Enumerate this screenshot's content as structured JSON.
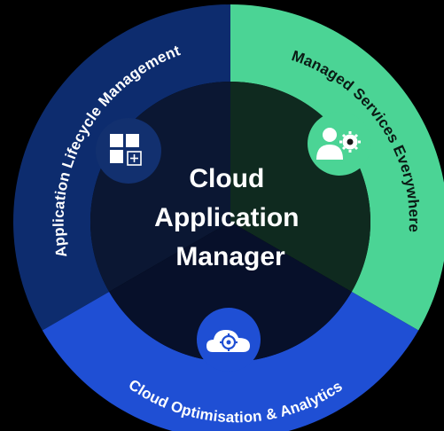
{
  "title_lines": [
    "Cloud",
    "Application",
    "Manager"
  ],
  "segments": [
    {
      "label": "Application Lifecycle Management",
      "icon": "windows-add-icon",
      "ring_color": "#0d2c6e",
      "inner_color": "#0b1733",
      "text_color": "#ffffff",
      "badge_color": "#12306f"
    },
    {
      "label": "Managed Services Everywhere",
      "icon": "user-gear-icon",
      "ring_color": "#4bd495",
      "inner_color": "#0f2a1f",
      "text_color": "#0a1a14",
      "badge_color": "#4bd495"
    },
    {
      "label": "Cloud Optimisation & Analytics",
      "icon": "cloud-gear-icon",
      "ring_color": "#1f4fd4",
      "inner_color": "#07102a",
      "text_color": "#ffffff",
      "badge_color": "#1f4fd4"
    }
  ],
  "colors": {
    "background": "#000000",
    "center_bg": "#061126"
  }
}
